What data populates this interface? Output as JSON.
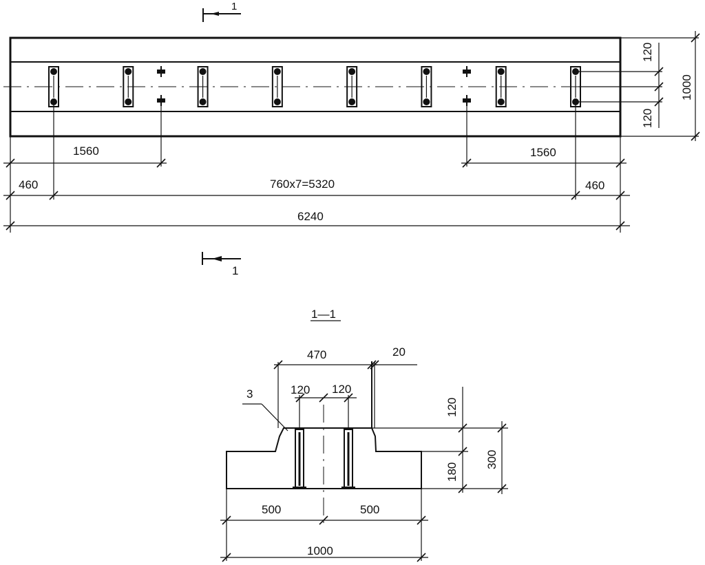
{
  "plan": {
    "section_mark_label": "1",
    "dimensions": {
      "edge_left": "1560",
      "edge_right": "1560",
      "end_left": "460",
      "middle": "760x7=5320",
      "end_right": "460",
      "overall_length": "6240",
      "strip_top": "120",
      "strip_bottom": "120",
      "overall_width": "1000"
    },
    "anchor_count": 8,
    "lifting_loop_count": 2
  },
  "section": {
    "title": "1—1",
    "callout_label": "3",
    "dimensions": {
      "top_width": "470",
      "chamfer": "20",
      "anchor_left": "120",
      "anchor_right": "120",
      "raised_height": "120",
      "base_height": "180",
      "overall_height": "300",
      "half_left": "500",
      "half_right": "500",
      "overall_width": "1000"
    }
  }
}
